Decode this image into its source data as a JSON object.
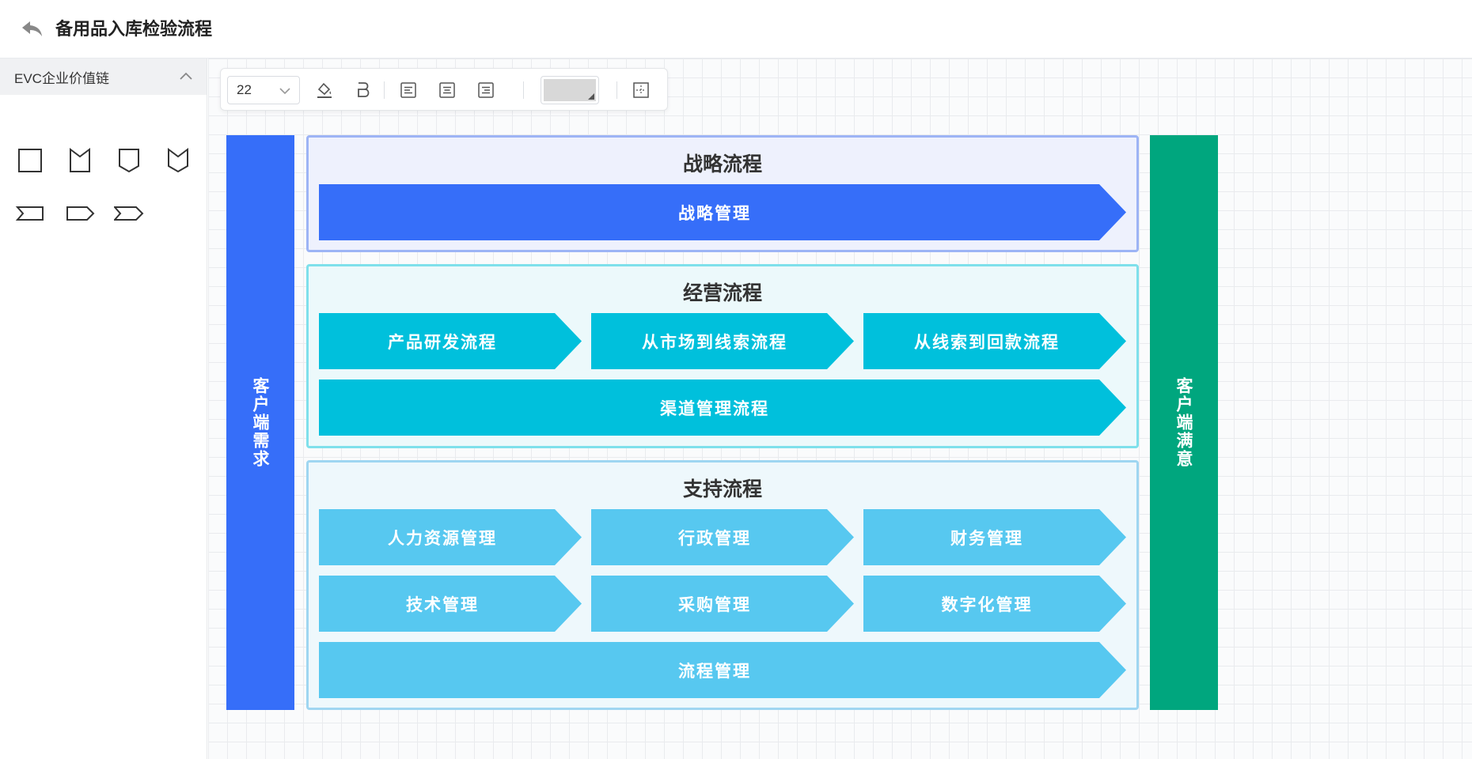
{
  "header": {
    "title": "备用品入库检验流程",
    "back_icon": "back-arrow-icon"
  },
  "sidebar": {
    "panel_title": "EVC企业价值链",
    "shapes": [
      "rectangle-shape",
      "notched-rectangle-shape",
      "pentagon-down-shape",
      "chevron-down-shape",
      "notched-left-shape",
      "pentagon-right-shape",
      "chevron-right-shape"
    ]
  },
  "toolbar": {
    "font_size": "22",
    "fill_color": "#d8d8d8"
  },
  "diagram": {
    "left_bar": {
      "label": "客户端需求",
      "color": "#366ef9"
    },
    "right_bar": {
      "label": "客户端满意",
      "color": "#00a67e"
    },
    "strategy": {
      "title": "战略流程",
      "bg": "#eef1fd",
      "border": "#9db4f5",
      "arrow_color": "#366ef9",
      "items": [
        "战略管理"
      ]
    },
    "operation": {
      "title": "经营流程",
      "bg": "#ecf9fb",
      "border": "#7fe0eb",
      "arrow_color": "#00c0dc",
      "items": [
        "产品研发流程",
        "从市场到线索流程",
        "从线索到回款流程",
        "渠道管理流程"
      ]
    },
    "support": {
      "title": "支持流程",
      "bg": "#eef8fc",
      "border": "#9fd6f1",
      "arrow_color": "#57c8f0",
      "items": [
        "人力资源管理",
        "行政管理",
        "财务管理",
        "技术管理",
        "采购管理",
        "数字化管理",
        "流程管理"
      ]
    }
  }
}
